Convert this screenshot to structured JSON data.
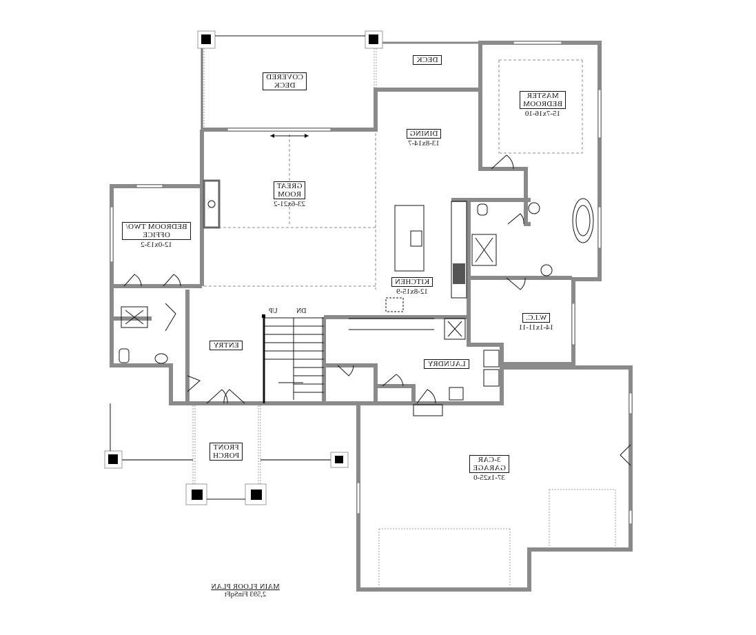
{
  "plan": {
    "title": "MAIN FLOOR PLAN",
    "area": "2,593 FinSqFt",
    "mirrored": true
  },
  "rooms": [
    {
      "id": "covered-deck",
      "name_lines": [
        "COVERED",
        "DECK"
      ],
      "dims": ""
    },
    {
      "id": "deck",
      "name_lines": [
        "DECK"
      ],
      "dims": ""
    },
    {
      "id": "master-bedroom",
      "name_lines": [
        "MASTER",
        "BEDROOM"
      ],
      "dims": "15-7x16-10"
    },
    {
      "id": "dining",
      "name_lines": [
        "DINING"
      ],
      "dims": "13-8x14-7"
    },
    {
      "id": "great-room",
      "name_lines": [
        "GREAT",
        "ROOM"
      ],
      "dims": "23-6x21-2"
    },
    {
      "id": "bedroom-two-office",
      "name_lines": [
        "BEDROOM TWO/",
        "OFFICE"
      ],
      "dims": "12-0x13-2"
    },
    {
      "id": "kitchen",
      "name_lines": [
        "KITCHEN"
      ],
      "dims": "12-8x15-9"
    },
    {
      "id": "wic",
      "name_lines": [
        "W.I.C."
      ],
      "dims": "14-1x11-11"
    },
    {
      "id": "entry",
      "name_lines": [
        "ENTRY"
      ],
      "dims": ""
    },
    {
      "id": "laundry",
      "name_lines": [
        "LAUNDRY"
      ],
      "dims": ""
    },
    {
      "id": "front-porch",
      "name_lines": [
        "FRONT",
        "PORCH"
      ],
      "dims": ""
    },
    {
      "id": "garage",
      "name_lines": [
        "3-CAR",
        "GARAGE"
      ],
      "dims": "37-1x25-0"
    }
  ],
  "stairs": {
    "up_label": "UP",
    "down_label": "DN"
  },
  "colors": {
    "wall": "#8a8a8a",
    "wall_edge": "#111111",
    "post": "#000000",
    "line": "#111111",
    "dashed": "#888888"
  }
}
